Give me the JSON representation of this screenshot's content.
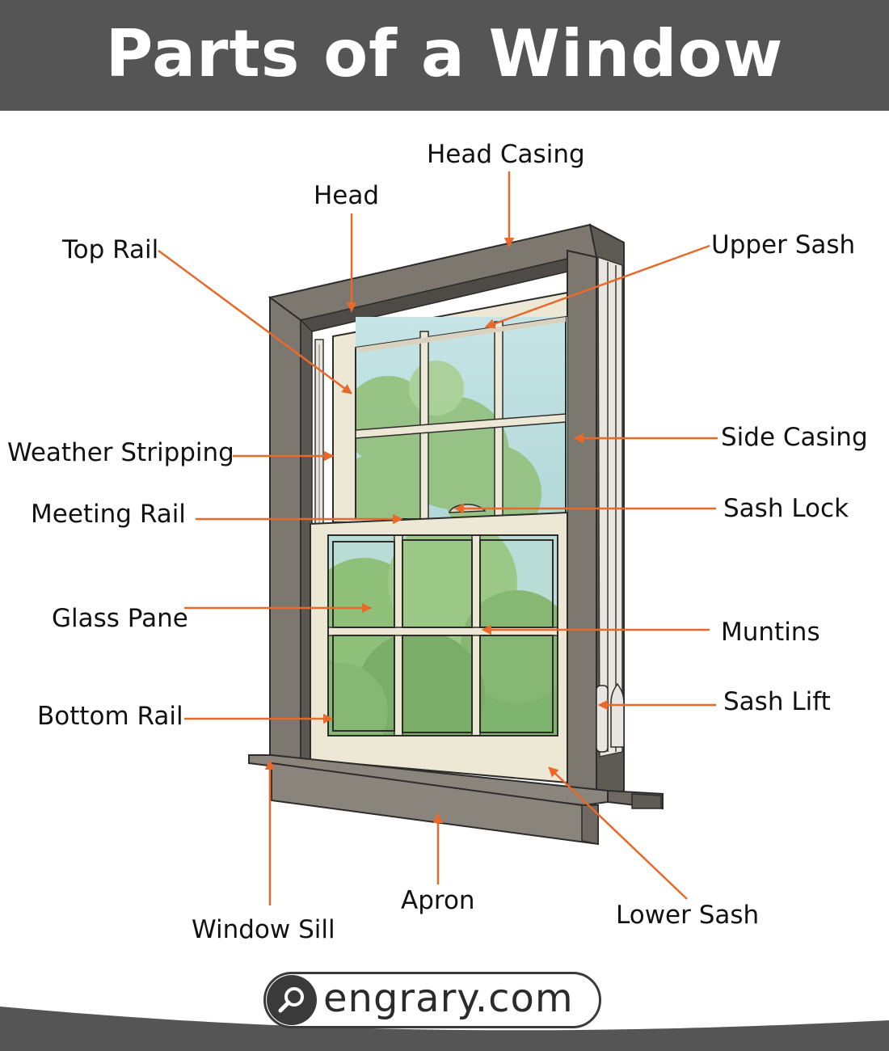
{
  "title": "Parts of a Window",
  "labels": {
    "head_casing": "Head Casing",
    "head": "Head",
    "top_rail": "Top Rail",
    "upper_sash": "Upper Sash",
    "weather_stripping": "Weather Stripping",
    "side_casing": "Side Casing",
    "meeting_rail": "Meeting Rail",
    "sash_lock": "Sash Lock",
    "glass_pane": "Glass Pane",
    "muntins": "Muntins",
    "bottom_rail": "Bottom Rail",
    "sash_lift": "Sash Lift",
    "window_sill": "Window Sill",
    "apron": "Apron",
    "lower_sash": "Lower Sash"
  },
  "footer": {
    "site": "engrary.com",
    "icon": "search-icon"
  },
  "colors": {
    "header": "#555555",
    "leader": "#e8692a",
    "casing": "#7c776f",
    "sash": "#ede7d6",
    "glass_sky": "#bfe0e3",
    "glass_foliage": "#8fbf7a"
  }
}
